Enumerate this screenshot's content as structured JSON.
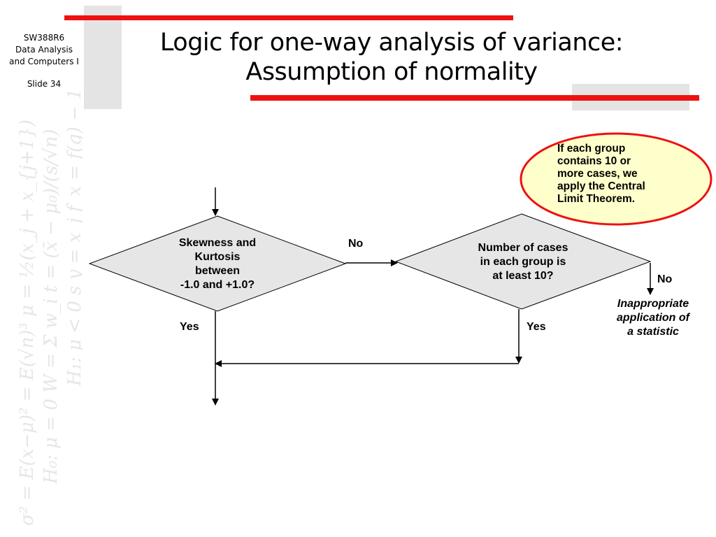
{
  "sidebar": {
    "course_code": "SW388R6",
    "course_name_line1": "Data Analysis",
    "course_name_line2": "and Computers I",
    "slide_label": "Slide 34"
  },
  "watermark": {
    "formula_left": "σ² = E(x−μ)² = E(√n)³   μ = ½(x_j + x_{j+1})",
    "formula_mid": "H₀: μ = 0   W = Σ w_i   t = (x̄ − μ₀)/(s/√n)",
    "formula_right": "H₁: μ < 0   s   y = x_j   f_x = f(g) − 1"
  },
  "slide": {
    "title_line1": "Logic for one-way analysis of variance:",
    "title_line2": "Assumption of normality"
  },
  "diagram": {
    "decision1": {
      "line1": "Skewness and",
      "line2": "Kurtosis",
      "line3": "between",
      "line4": "-1.0 and +1.0?"
    },
    "decision2": {
      "line1": "Number of cases",
      "line2": "in each group is",
      "line3": "at least 10?"
    },
    "note": {
      "line1": "If each group",
      "line2": "contains 10 or",
      "line3": "more cases, we",
      "line4": "apply the Central",
      "line5": "Limit Theorem."
    },
    "labels": {
      "d1_no": "No",
      "d1_yes": "Yes",
      "d2_no": "No",
      "d2_yes": "Yes"
    },
    "outcome": {
      "line1": "Inappropriate",
      "line2": "application of",
      "line3": "a statistic"
    }
  },
  "colors": {
    "accent_red": "#ee1111",
    "decoration_gray": "#e4e4e4",
    "diamond_fill": "#e6e6e6",
    "note_fill": "#ffffcc",
    "note_border": "#ee1111"
  }
}
